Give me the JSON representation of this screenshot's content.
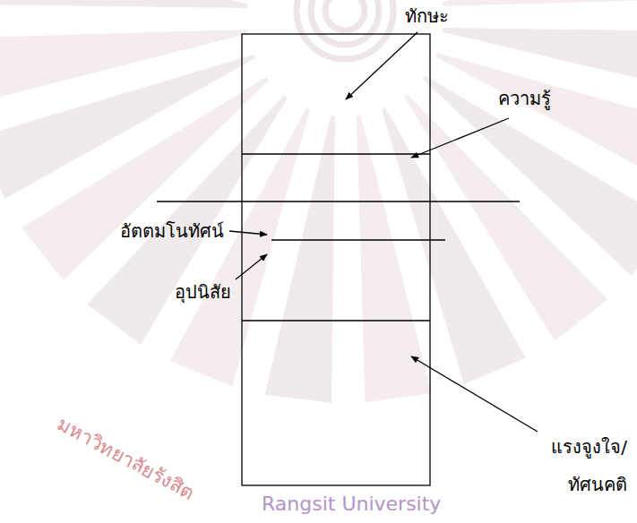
{
  "diagram": {
    "labels": [
      "ทักษะ",
      "ความรู้",
      "อัตตมโนทัศน์",
      "อุปนิสัย",
      "แรงจูงใจ/ ทัศนคติ",
      "มหาวิทยาลัยรังสิต",
      "Rangsit University"
    ]
  }
}
